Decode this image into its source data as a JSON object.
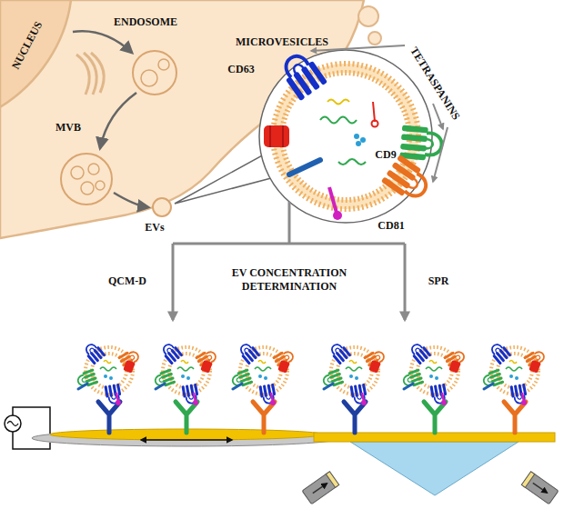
{
  "diagram": {
    "labels": [
      "NUCLEUS",
      "ENDOSOME",
      "MICROVESICLES",
      "MVB",
      "EVs",
      "CD63",
      "TETRASPANINS",
      "CD9",
      "CD81",
      "QCM-D",
      "EV CONCENTRATION DETERMINATION",
      "SPR"
    ]
  }
}
